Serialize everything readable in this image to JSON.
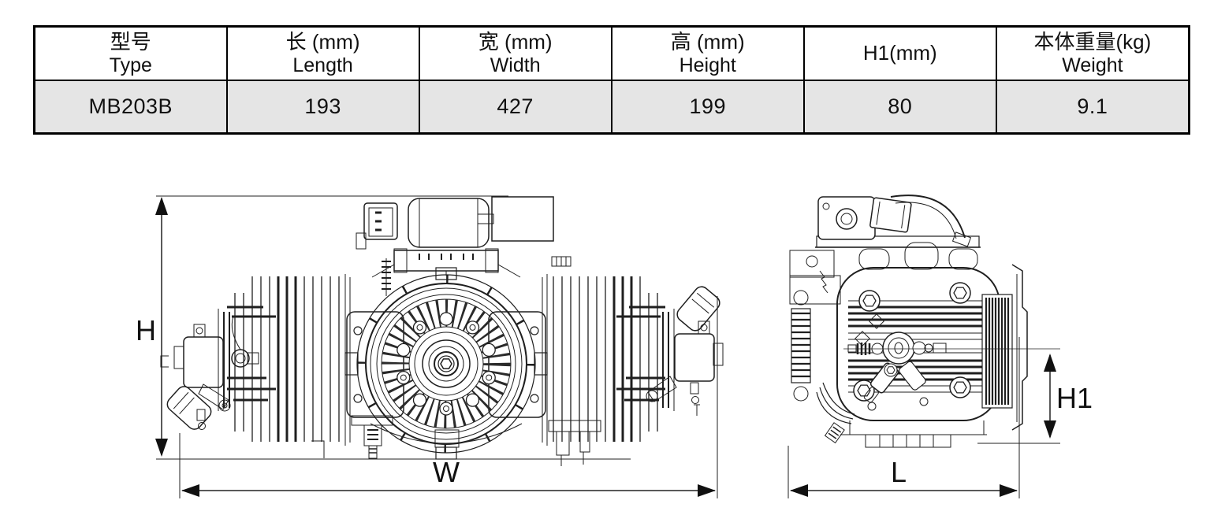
{
  "spec_table": {
    "columns": [
      {
        "id": "type",
        "line1": "型号",
        "line2": "Type"
      },
      {
        "id": "length",
        "line1": "长 (mm)",
        "line2": "Length"
      },
      {
        "id": "width",
        "line1": "宽 (mm)",
        "line2": "Width"
      },
      {
        "id": "height",
        "line1": "高 (mm)",
        "line2": "Height"
      },
      {
        "id": "h1",
        "line1": "H1(mm)",
        "line2": ""
      },
      {
        "id": "weight",
        "line1": "本体重量(kg)",
        "line2": "Weight"
      }
    ],
    "rows": [
      {
        "type": "MB203B",
        "length": "193",
        "width": "427",
        "height": "199",
        "h1": "80",
        "weight": "9.1"
      }
    ]
  },
  "drawings": {
    "front_view": {
      "description": "engine front view",
      "dim_labels": {
        "height": "H",
        "width": "W"
      }
    },
    "side_view": {
      "description": "engine side view",
      "dim_labels": {
        "h1": "H1",
        "length": "L"
      }
    }
  },
  "colors": {
    "line": "#1f1f1f",
    "dimension": "#111111",
    "table_row_bg": "#e5e5e5",
    "table_border": "#000000"
  }
}
